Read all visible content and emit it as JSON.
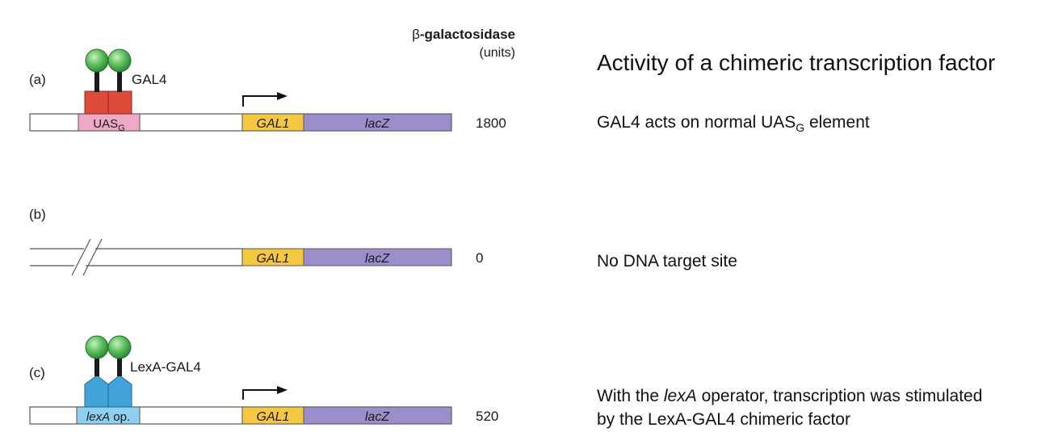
{
  "header": {
    "beta_symbol": "β",
    "beta_rest": "-galactosidase",
    "units": "(units)"
  },
  "title": "Activity of a chimeric transcription factor",
  "panels": [
    {
      "label": "(a)",
      "factor": "GAL4",
      "site_main": "UAS",
      "site_sub": "G",
      "promoter": "GAL1",
      "gene": "lacZ",
      "value": "1800",
      "description_main": "GAL4 acts on normal UAS",
      "description_sub": "G",
      "description_end": " element"
    },
    {
      "label": "(b)",
      "promoter": "GAL1",
      "gene": "lacZ",
      "value": "0",
      "description": "No DNA target site"
    },
    {
      "label": "(c)",
      "factor": "LexA-GAL4",
      "site_italic": "lexA",
      "site_rest": " op.",
      "promoter": "GAL1",
      "gene": "lacZ",
      "value": "520",
      "description_line1_pre": "With the ",
      "description_line1_italic": "lexA",
      "description_line1_post": " operator, transcription was stimulated",
      "description_line2": "by the LexA-GAL4 chimeric factor"
    }
  ],
  "colors": {
    "gal4_dbd": "#de4b3a",
    "lexa_dbd": "#42a3d8",
    "activation_domain": "#4fb85a",
    "uas_box": "#f0a8c8",
    "lexa_op_box": "#8fd0f0",
    "gal1_box": "#f5c842",
    "lacz_box": "#9b8ecb"
  }
}
